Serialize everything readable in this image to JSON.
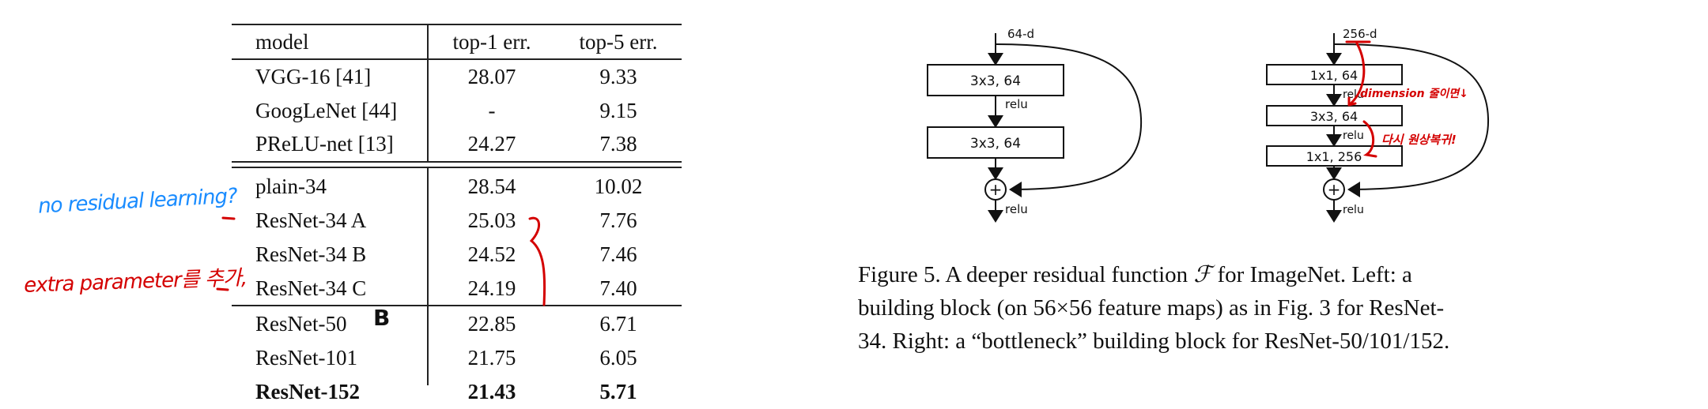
{
  "table": {
    "headers": [
      "model",
      "top-1 err.",
      "top-5 err."
    ],
    "groups": [
      {
        "rows": [
          {
            "model": "VGG-16 [41]",
            "top1": "28.07",
            "top5": "9.33"
          },
          {
            "model": "GoogLeNet [44]",
            "top1": "-",
            "top5": "9.15"
          },
          {
            "model": "PReLU-net [13]",
            "top1": "24.27",
            "top5": "7.38"
          }
        ]
      },
      {
        "rows": [
          {
            "model": "plain-34",
            "top1": "28.54",
            "top5": "10.02"
          },
          {
            "model": "ResNet-34 A",
            "top1": "25.03",
            "top5": "7.76"
          },
          {
            "model": "ResNet-34 B",
            "top1": "24.52",
            "top5": "7.46"
          },
          {
            "model": "ResNet-34 C",
            "top1": "24.19",
            "top5": "7.40"
          }
        ]
      },
      {
        "rows": [
          {
            "model": "ResNet-50",
            "top1": "22.85",
            "top5": "6.71"
          },
          {
            "model": "ResNet-101",
            "top1": "21.75",
            "top5": "6.05"
          },
          {
            "model": "ResNet-152",
            "top1": "21.43",
            "top5": "5.71",
            "bold": true
          }
        ]
      }
    ]
  },
  "annotations": {
    "no_residual": "no residual learning?",
    "extra_params": "extra parameter를 추가,",
    "resnet50_mark": "B",
    "dim_reduce": "dimension 줄이면↓",
    "restore": "다시 원상복귀!",
    "colors": {
      "blue": "#1a8cff",
      "red": "#d40000"
    }
  },
  "diagram_left": {
    "input_label": "64-d",
    "blocks": [
      "3x3, 64",
      "3x3, 64"
    ],
    "relu_labels": [
      "relu",
      "relu"
    ],
    "sum_symbol": "+"
  },
  "diagram_right": {
    "input_label": "256-d",
    "blocks": [
      "1x1, 64",
      "3x3, 64",
      "1x1, 256"
    ],
    "relu_labels": [
      "relu",
      "relu",
      "relu"
    ],
    "sum_symbol": "+"
  },
  "caption": {
    "line1_pre": "Figure 5. A deeper residual function ",
    "symbol": "ℱ",
    "line1_post": " for ImageNet.  Left: a",
    "line2": "building block (on 56×56 feature maps) as in Fig. 3 for ResNet-",
    "line3": "34. Right: a “bottleneck” building block for ResNet-50/101/152."
  }
}
